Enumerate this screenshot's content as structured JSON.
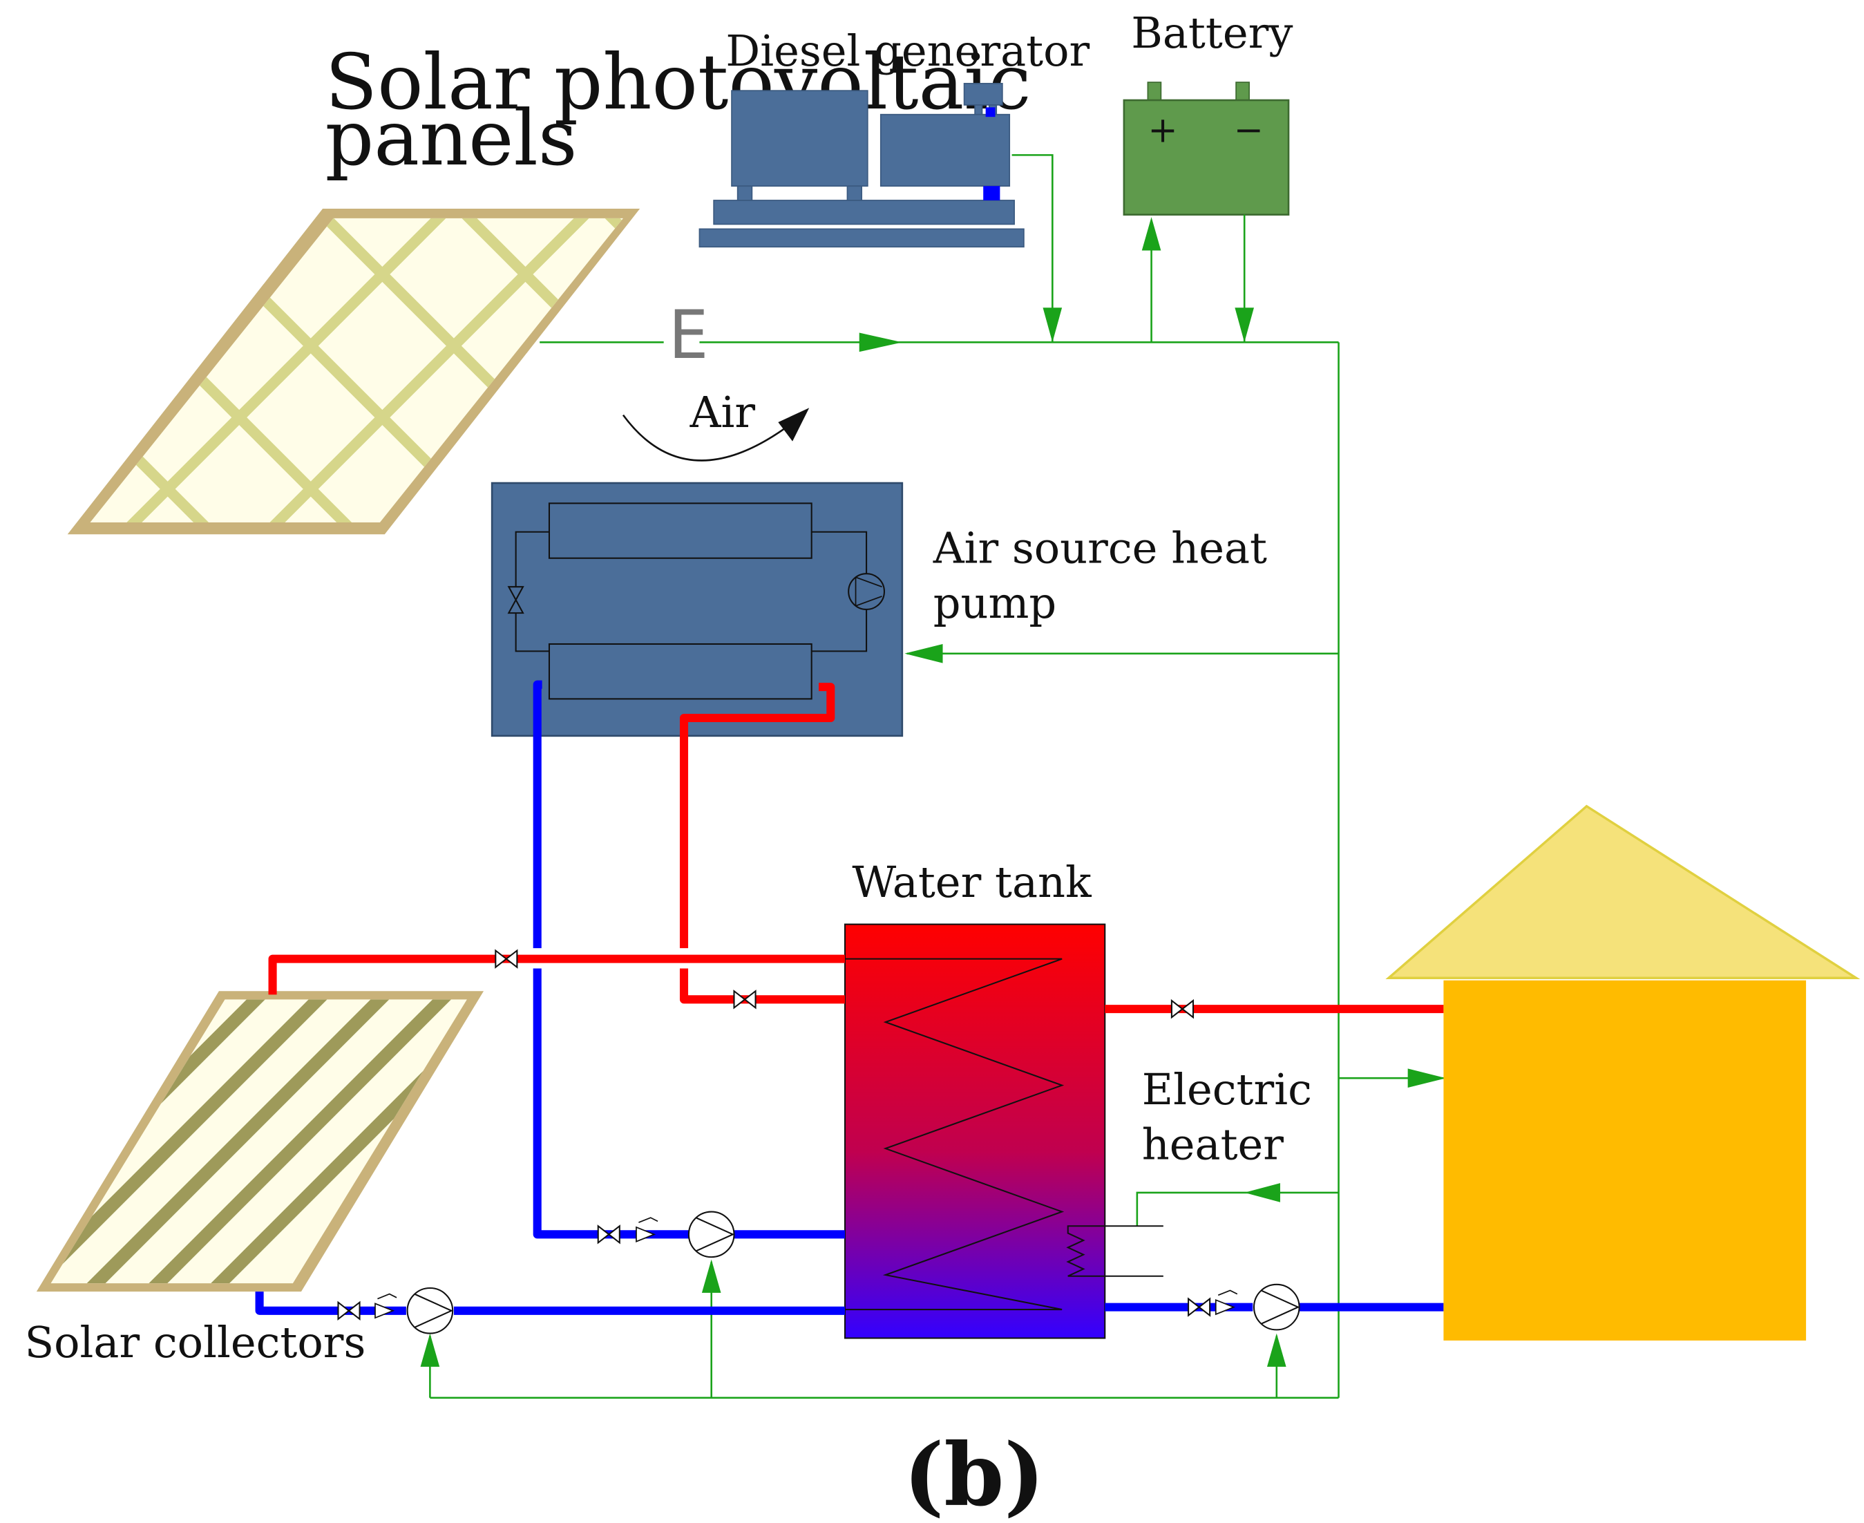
{
  "labels": {
    "diesel_generator": "Diesel generator",
    "battery": "Battery",
    "pv_line1": "Solar photovoltaic",
    "pv_line2": "panels",
    "energy": "E",
    "air": "Air",
    "hp_line1": "Air source heat",
    "hp_line2": "pump",
    "water_tank": "Water tank",
    "heater_line1": "Electric",
    "heater_line2": "heater",
    "solar_collectors": "Solar collectors",
    "battery_plus": "+",
    "battery_minus": "−",
    "caption": "(b)"
  },
  "colors": {
    "hot_pipe": "#ff0000",
    "cold_pipe": "#0000ff",
    "electric_line": "#1aa31a",
    "equipment": "#4b6e99",
    "battery": "#5f9a4c",
    "pv_frame": "#c9b27a",
    "pv_grid": "#d6d68a",
    "collector_stripe": "#9e9a5a",
    "house_wall": "#ffbb00",
    "house_roof": "#f5e27a"
  }
}
